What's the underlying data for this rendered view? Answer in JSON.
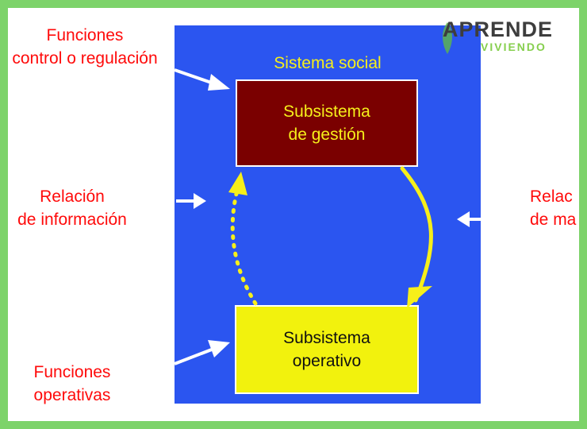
{
  "system": {
    "title": "Sistema social"
  },
  "boxes": {
    "gestion": [
      "Subsistema",
      "de gestión"
    ],
    "operativo": [
      "Subsistema",
      "operativo"
    ]
  },
  "labels": {
    "control": [
      "Funciones",
      "control o regulación"
    ],
    "informacion": [
      "Relación",
      "de información"
    ],
    "operativas": [
      "Funciones",
      "operativas"
    ],
    "right": [
      "Relac",
      "de ma"
    ]
  },
  "logo": {
    "main": "APRENDE",
    "sub": "VIVIENDO"
  },
  "colors": {
    "frame": "#7dd36a",
    "system_bg": "#2b55f0",
    "gestion_bg": "#7a0000",
    "operativo_bg": "#f2f20d",
    "label_text": "#ff0a0a",
    "accent_yellow": "#f6ef1a"
  }
}
